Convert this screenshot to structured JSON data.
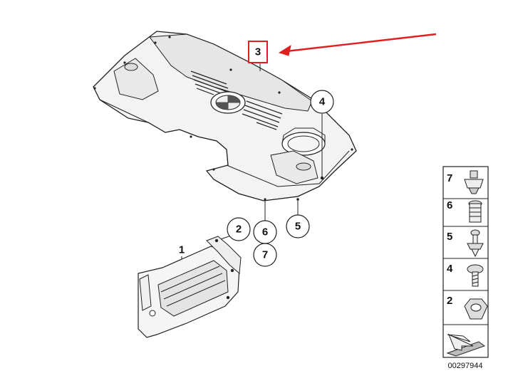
{
  "diagram": {
    "highlighted_callout": "3",
    "highlight_color": "#e02020",
    "callouts": [
      {
        "id": "c1",
        "label": "1",
        "style": "plain"
      },
      {
        "id": "c2",
        "label": "2",
        "style": "circle"
      },
      {
        "id": "c3",
        "label": "3",
        "style": "highlight-box"
      },
      {
        "id": "c4",
        "label": "4",
        "style": "circle"
      },
      {
        "id": "c5",
        "label": "5",
        "style": "circle"
      },
      {
        "id": "c6",
        "label": "6",
        "style": "circle"
      },
      {
        "id": "c7",
        "label": "7",
        "style": "circle"
      }
    ],
    "parts": [
      {
        "name": "engine-cover-panel",
        "callout": "3"
      },
      {
        "name": "bracket-part",
        "callout": "1"
      }
    ]
  },
  "legend": {
    "items": [
      {
        "label": "7",
        "icon": "clip-nut-icon"
      },
      {
        "label": "6",
        "icon": "expanding-rivet-icon"
      },
      {
        "label": "5",
        "icon": "push-clip-icon"
      },
      {
        "label": "4",
        "icon": "screw-icon"
      },
      {
        "label": "2",
        "icon": "hex-nut-icon"
      },
      {
        "label": "",
        "icon": "arrow-wedge-icon"
      }
    ]
  },
  "reference_number": "00297944"
}
